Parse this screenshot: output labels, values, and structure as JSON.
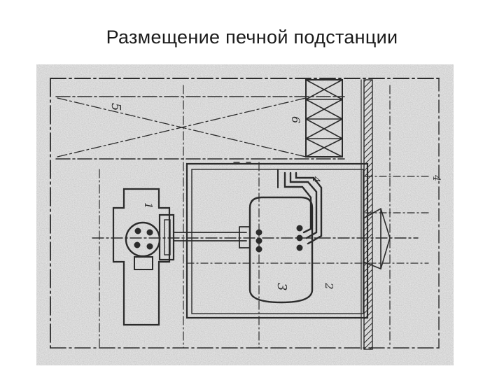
{
  "slide": {
    "title": "Размещение печной подстанции"
  },
  "drawing": {
    "style": "scanned-technical-drawing",
    "ink_color": "#2b2b2b",
    "paper_color": "#d8d8d8",
    "labels": {
      "transformer_room_upper": "5",
      "transformer_room_mid": "6",
      "cable_label": "4",
      "side_dim_label": "4",
      "motor_unit": "1",
      "furnace": "3",
      "room": "2"
    }
  }
}
